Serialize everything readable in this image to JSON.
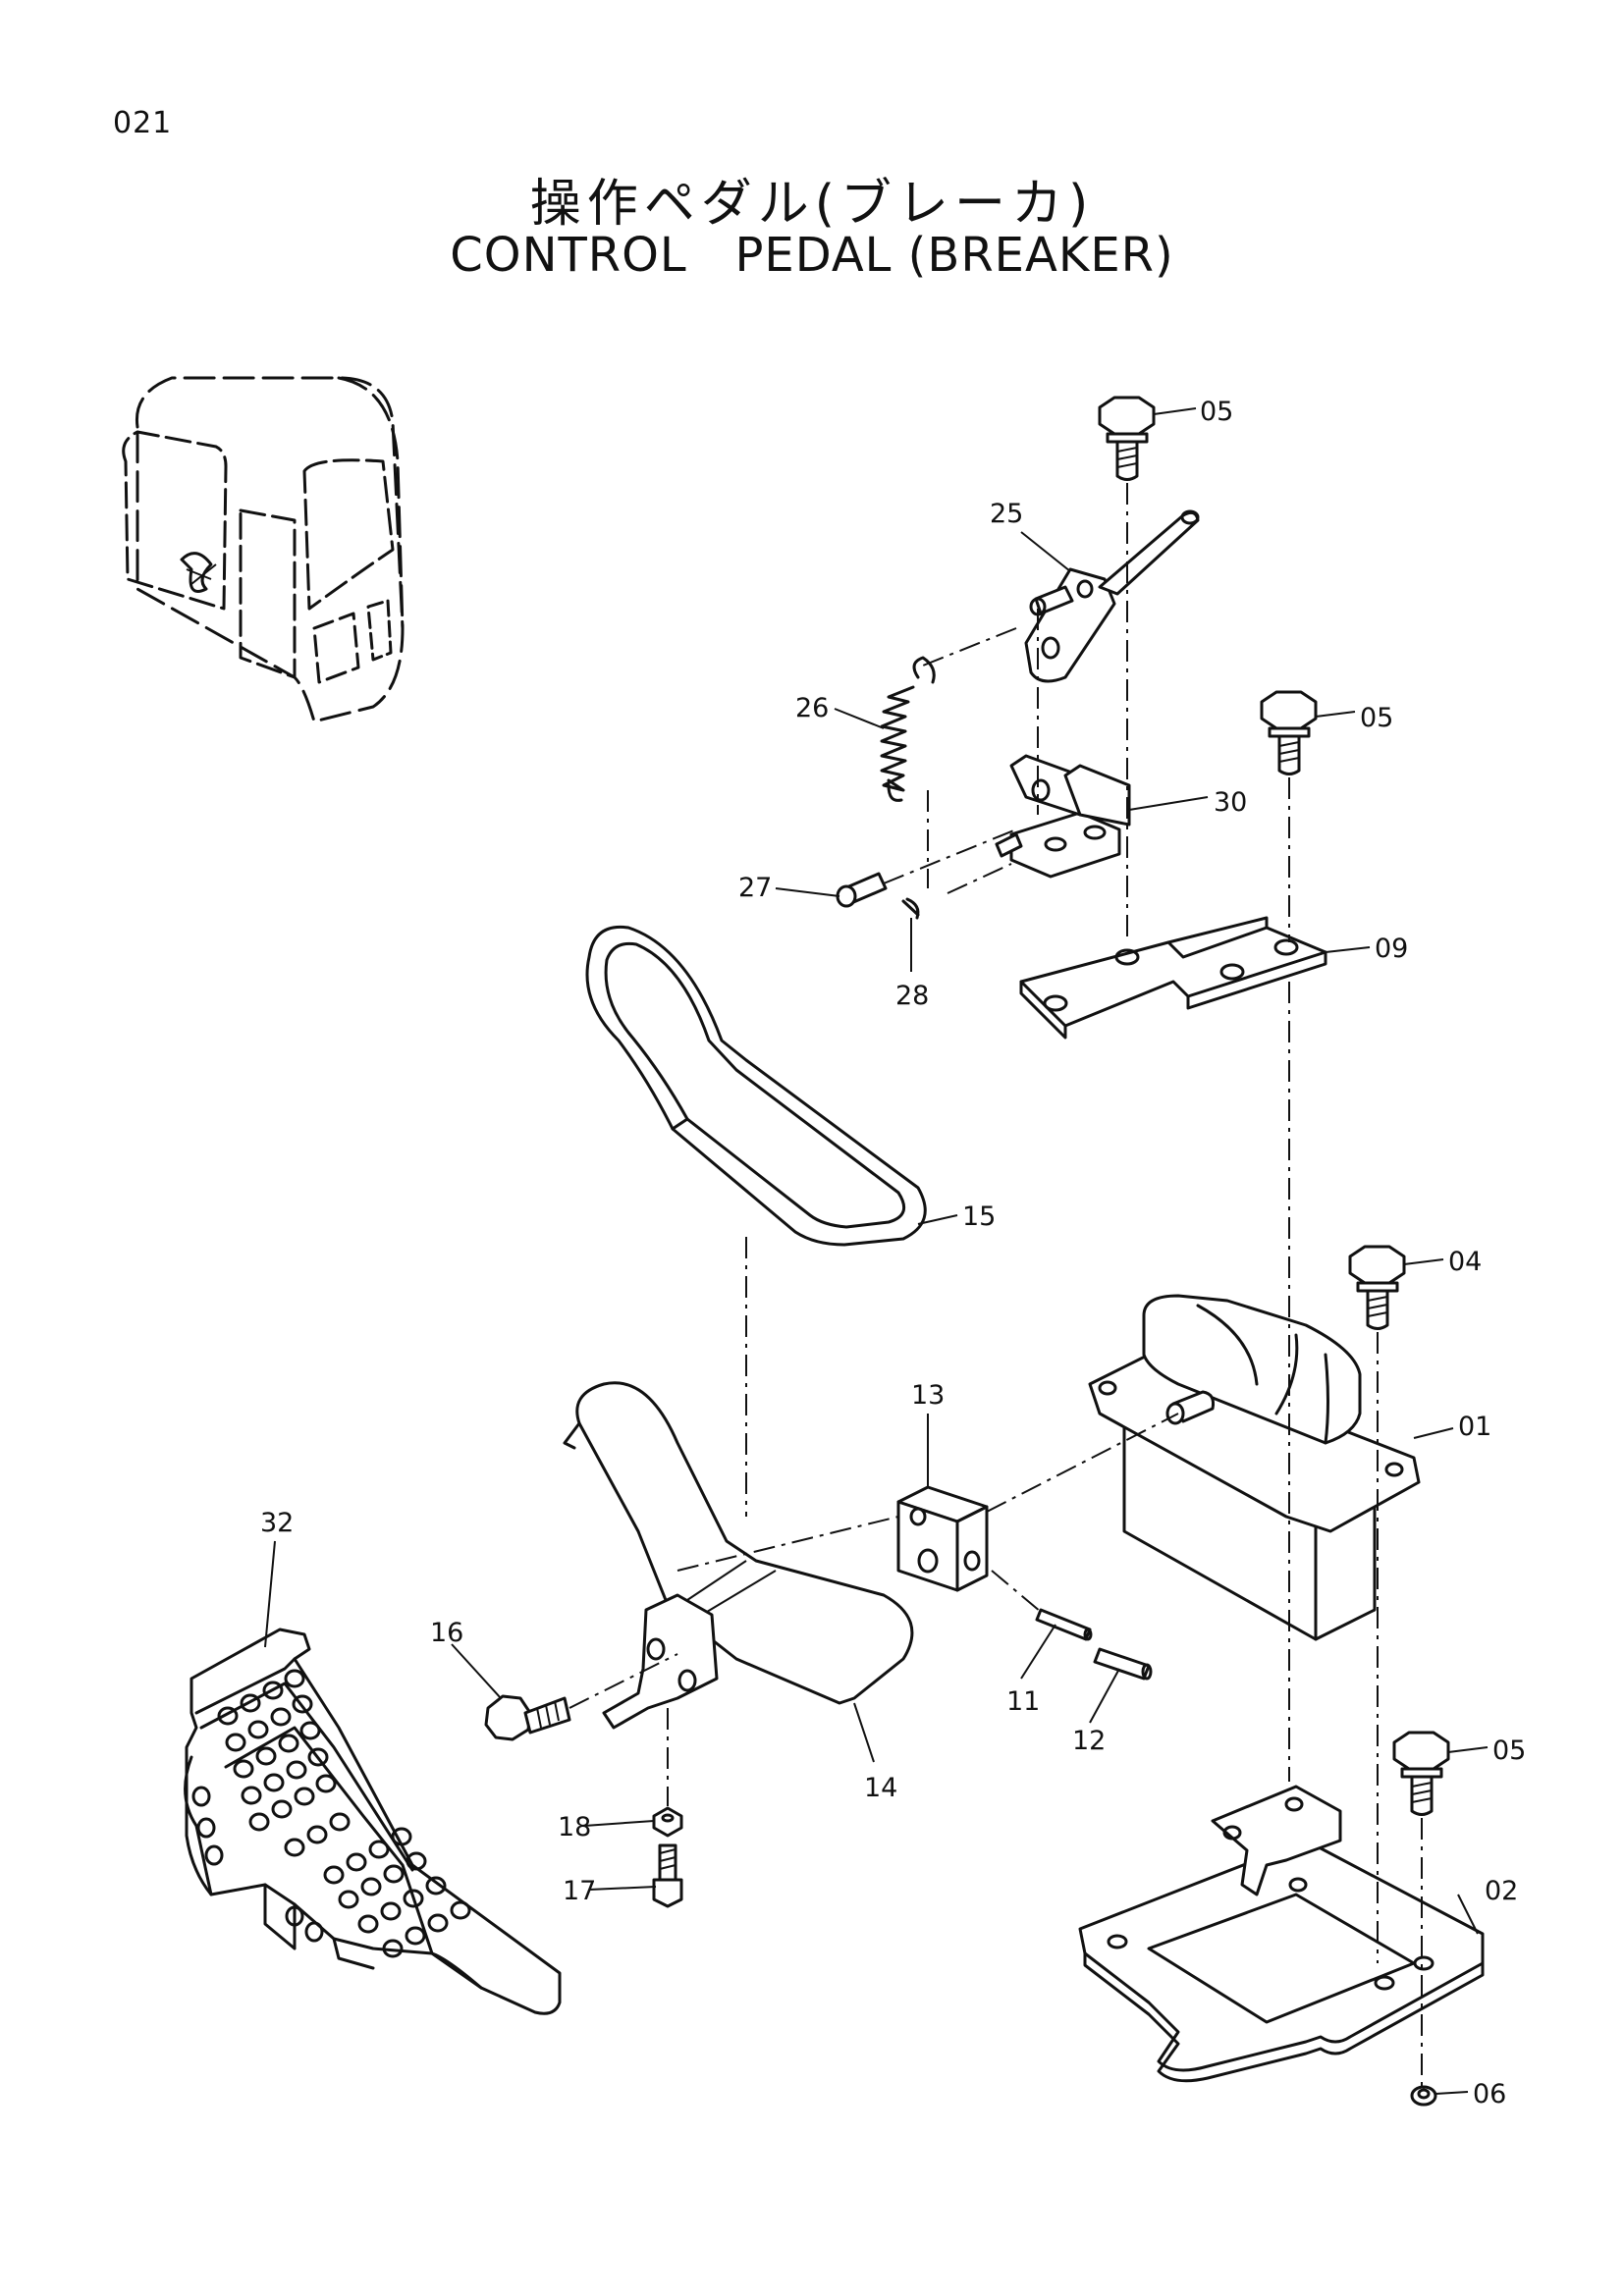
{
  "header": {
    "page_number": "021",
    "title_jp": "操作ペダル(ブレーカ)",
    "title_en": "CONTROL   PEDAL (BREAKER)"
  },
  "parts": [
    {
      "id": "05a",
      "label": "05"
    },
    {
      "id": "25",
      "label": "25"
    },
    {
      "id": "26",
      "label": "26"
    },
    {
      "id": "05b",
      "label": "05"
    },
    {
      "id": "30",
      "label": "30"
    },
    {
      "id": "27",
      "label": "27"
    },
    {
      "id": "28",
      "label": "28"
    },
    {
      "id": "09",
      "label": "09"
    },
    {
      "id": "15",
      "label": "15"
    },
    {
      "id": "04",
      "label": "04"
    },
    {
      "id": "13",
      "label": "13"
    },
    {
      "id": "01",
      "label": "01"
    },
    {
      "id": "32",
      "label": "32"
    },
    {
      "id": "16",
      "label": "16"
    },
    {
      "id": "11",
      "label": "11"
    },
    {
      "id": "12",
      "label": "12"
    },
    {
      "id": "14",
      "label": "14"
    },
    {
      "id": "05c",
      "label": "05"
    },
    {
      "id": "18",
      "label": "18"
    },
    {
      "id": "17",
      "label": "17"
    },
    {
      "id": "02",
      "label": "02"
    },
    {
      "id": "06",
      "label": "06"
    }
  ]
}
